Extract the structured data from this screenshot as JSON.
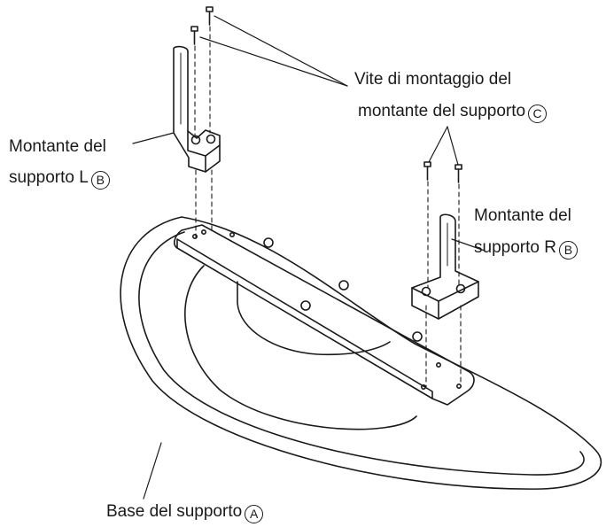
{
  "labels": {
    "screw": {
      "line1": "Vite di montaggio del",
      "line2": "montante del supporto",
      "mark": "C"
    },
    "post_left": {
      "line1": "Montante del",
      "line2": "supporto L",
      "mark": "B"
    },
    "post_right": {
      "line1": "Montante del",
      "line2": "supporto R",
      "mark": "B"
    },
    "base": {
      "text": "Base del supporto",
      "mark": "A"
    }
  }
}
